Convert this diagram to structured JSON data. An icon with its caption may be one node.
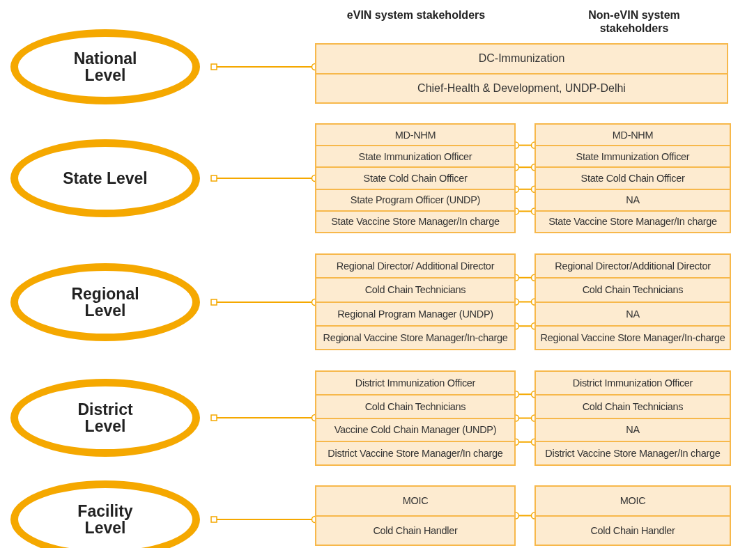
{
  "diagram": {
    "nodes": [
      {
        "text": [
          "National Level"
        ]
      },
      {
        "text": [
          "DC-Immunization",
          "Chief-Health & Development, UNDP-Delhi"
        ]
      },
      {
        "text": [
          "State Level"
        ]
      },
      {
        "text": [
          "MD-NHM",
          "State Immunization Officer",
          "State Cold Chain Officer",
          "State Program Officer (UNDP)",
          "State Vaccine Store Manager/In charge"
        ]
      },
      {
        "text": [
          "MD-NHM",
          "State Immunization Officer",
          "State Cold Chain Officer",
          "NA",
          "State Vaccine Store Manager/In charge"
        ]
      },
      {
        "text": [
          "Regional Level"
        ]
      },
      {
        "text": [
          "Regional Director/ Additional Director",
          "Cold Chain Technicians",
          "Regional Program Manager (UNDP)",
          "Regional Vaccine Store Manager/In-charge"
        ]
      },
      {
        "text": [
          "Regional Director/Additional Director",
          "Cold Chain Technicians",
          "NA",
          "Regional Vaccine Store Manager/In-charge"
        ]
      },
      {
        "text": [
          "District Level"
        ]
      },
      {
        "text": [
          "District Immunization Officer",
          "Cold Chain Technicians",
          "Vaccine Cold Chain Manager (UNDP)",
          "District Vaccine Store Manager/In charge"
        ]
      },
      {
        "text": [
          "District Immunization Officer",
          "Cold Chain Technicians",
          "NA",
          "District Vaccine Store Manager/In charge"
        ]
      },
      {
        "text": [
          "Facility Level"
        ]
      },
      {
        "text": [
          "MOIC",
          "Cold Chain Handler"
        ]
      },
      {
        "text": [
          "MOIC",
          "Cold Chain Handler"
        ]
      }
    ],
    "edges": [
      {
        "from": 0,
        "to": 1,
        "arrow": "other"
      },
      {
        "from": 2,
        "to": 3,
        "arrow": "other"
      },
      {
        "from": 3,
        "to": 4,
        "arrow": "other"
      },
      {
        "from": 3,
        "to": 4,
        "arrow": "other"
      },
      {
        "from": 3,
        "to": 4,
        "arrow": "other"
      },
      {
        "from": 3,
        "to": 4,
        "arrow": "other"
      },
      {
        "from": 5,
        "to": 6,
        "arrow": "other"
      },
      {
        "from": 6,
        "to": 7,
        "arrow": "other"
      },
      {
        "from": 6,
        "to": 7,
        "arrow": "other"
      },
      {
        "from": 6,
        "to": 7,
        "arrow": "other"
      },
      {
        "from": 8,
        "to": 9,
        "arrow": "other"
      },
      {
        "from": 9,
        "to": 10,
        "arrow": "other"
      },
      {
        "from": 9,
        "to": 10,
        "arrow": "other"
      },
      {
        "from": 9,
        "to": 10,
        "arrow": "other"
      },
      {
        "from": 11,
        "to": 12,
        "arrow": "other"
      },
      {
        "from": 12,
        "to": 13,
        "arrow": "other"
      }
    ],
    "labels": [
      "eVIN system stakeholders",
      "Non-eVIN system stakeholders"
    ]
  }
}
